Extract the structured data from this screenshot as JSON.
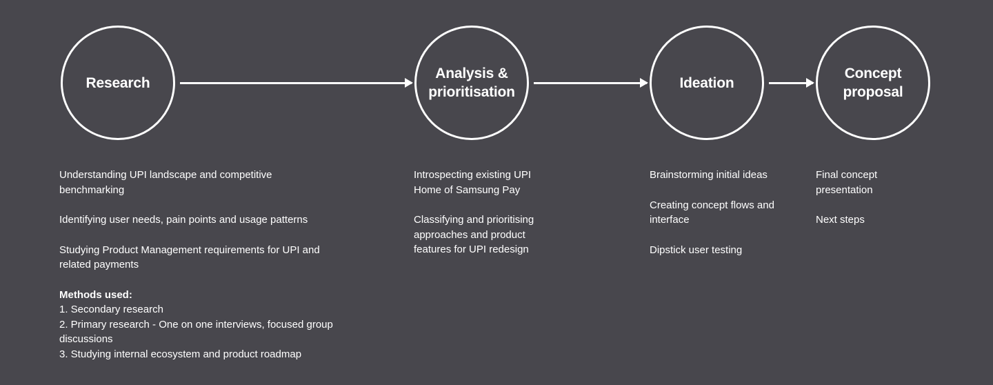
{
  "stages": [
    {
      "title": "Research",
      "items": [
        "Understanding UPI landscape and competitive benchmarking",
        "Identifying user needs, pain points and usage patterns",
        "Studying Product Management requirements for UPI and related payments"
      ],
      "methods_heading": "Methods used:",
      "methods": [
        "1. Secondary research",
        "2. Primary research - One on one interviews, focused group discussions",
        "3. Studying internal ecosystem and product roadmap"
      ]
    },
    {
      "title": "Analysis &\nprioritisation",
      "items": [
        "Introspecting existing UPI Home of Samsung Pay",
        "Classifying and prioritising approaches and product features for UPI redesign"
      ]
    },
    {
      "title": "Ideation",
      "items": [
        "Brainstorming initial ideas",
        "Creating concept flows and interface",
        "Dipstick user testing"
      ]
    },
    {
      "title": "Concept\nproposal",
      "items": [
        "Final concept presentation",
        "Next steps"
      ]
    }
  ],
  "colors": {
    "background": "#48474d",
    "foreground": "#ffffff"
  }
}
